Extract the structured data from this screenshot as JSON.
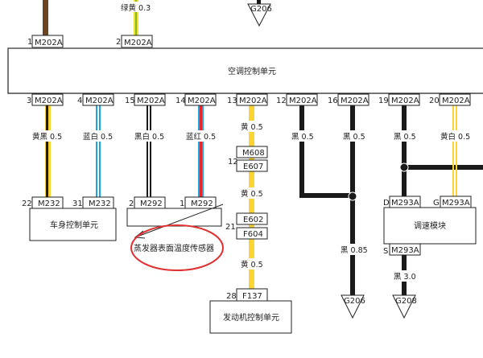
{
  "main_unit": {
    "label": "空调控制单元"
  },
  "top_wires": [
    {
      "pin": "1",
      "connector": "M202A",
      "color_name": "",
      "colors": [
        "#6b4423"
      ]
    },
    {
      "pin": "2",
      "connector": "M202A",
      "wire_label": "绿黄 0.3",
      "colors": [
        "#f7e22a",
        "#7dbb2e"
      ]
    }
  ],
  "top_ground": {
    "label": "G206"
  },
  "bottom_pins": [
    {
      "pin": "3",
      "connector": "M202A",
      "wire_label": "黄黑 0.5"
    },
    {
      "pin": "4",
      "connector": "M202A",
      "wire_label": "蓝白 0.5"
    },
    {
      "pin": "15",
      "connector": "M202A",
      "wire_label": "黑白 0.5"
    },
    {
      "pin": "14",
      "connector": "M202A",
      "wire_label": "蓝红 0.5"
    },
    {
      "pin": "13",
      "connector": "M202A",
      "wire_label": "黄 0.5"
    },
    {
      "pin": "12",
      "connector": "M202A",
      "wire_label": "黑 0.5"
    },
    {
      "pin": "16",
      "connector": "M202A",
      "wire_label": "黑 0.5"
    },
    {
      "pin": "19",
      "connector": "M202A",
      "wire_label": "黑 0.5"
    },
    {
      "pin": "20",
      "connector": "M202A",
      "wire_label": "黄白 0.5"
    }
  ],
  "body_control": {
    "label": "车身控制单元",
    "pins": [
      {
        "pin": "22",
        "connector": "M232"
      },
      {
        "pin": "31",
        "connector": "M232"
      }
    ]
  },
  "evap_sensor": {
    "label": "蒸发器表面温度传感器",
    "pins": [
      {
        "pin": "2",
        "connector": "M292"
      },
      {
        "pin": "1",
        "connector": "M292"
      }
    ]
  },
  "inline_connectors": [
    {
      "pin": "12",
      "upper": "M608",
      "lower": "E607",
      "wire_label": "黄 0.5"
    },
    {
      "pin": "21",
      "upper": "E602",
      "lower": "F604",
      "wire_label": "黄 0.5"
    }
  ],
  "engine_control": {
    "label": "发动机控制单元",
    "pin": "28",
    "connector": "F137"
  },
  "speed_module": {
    "label": "调速模块",
    "pins": [
      {
        "pin": "D",
        "connector": "M293A"
      },
      {
        "pin": "G",
        "connector": "M293A"
      },
      {
        "pin": "S",
        "connector": "M293A",
        "wire_label": "黑 3.0"
      }
    ]
  },
  "ground_wire": {
    "wire_label": "黑 0.85"
  },
  "grounds": [
    {
      "label": "G206"
    },
    {
      "label": "G208"
    }
  ],
  "colors": {
    "black": "#1a1a1a",
    "yellow": "#fcd535",
    "blue": "#1aa6df",
    "red": "#e8262b",
    "brown": "#6b4423",
    "annotation": "#e03030"
  }
}
